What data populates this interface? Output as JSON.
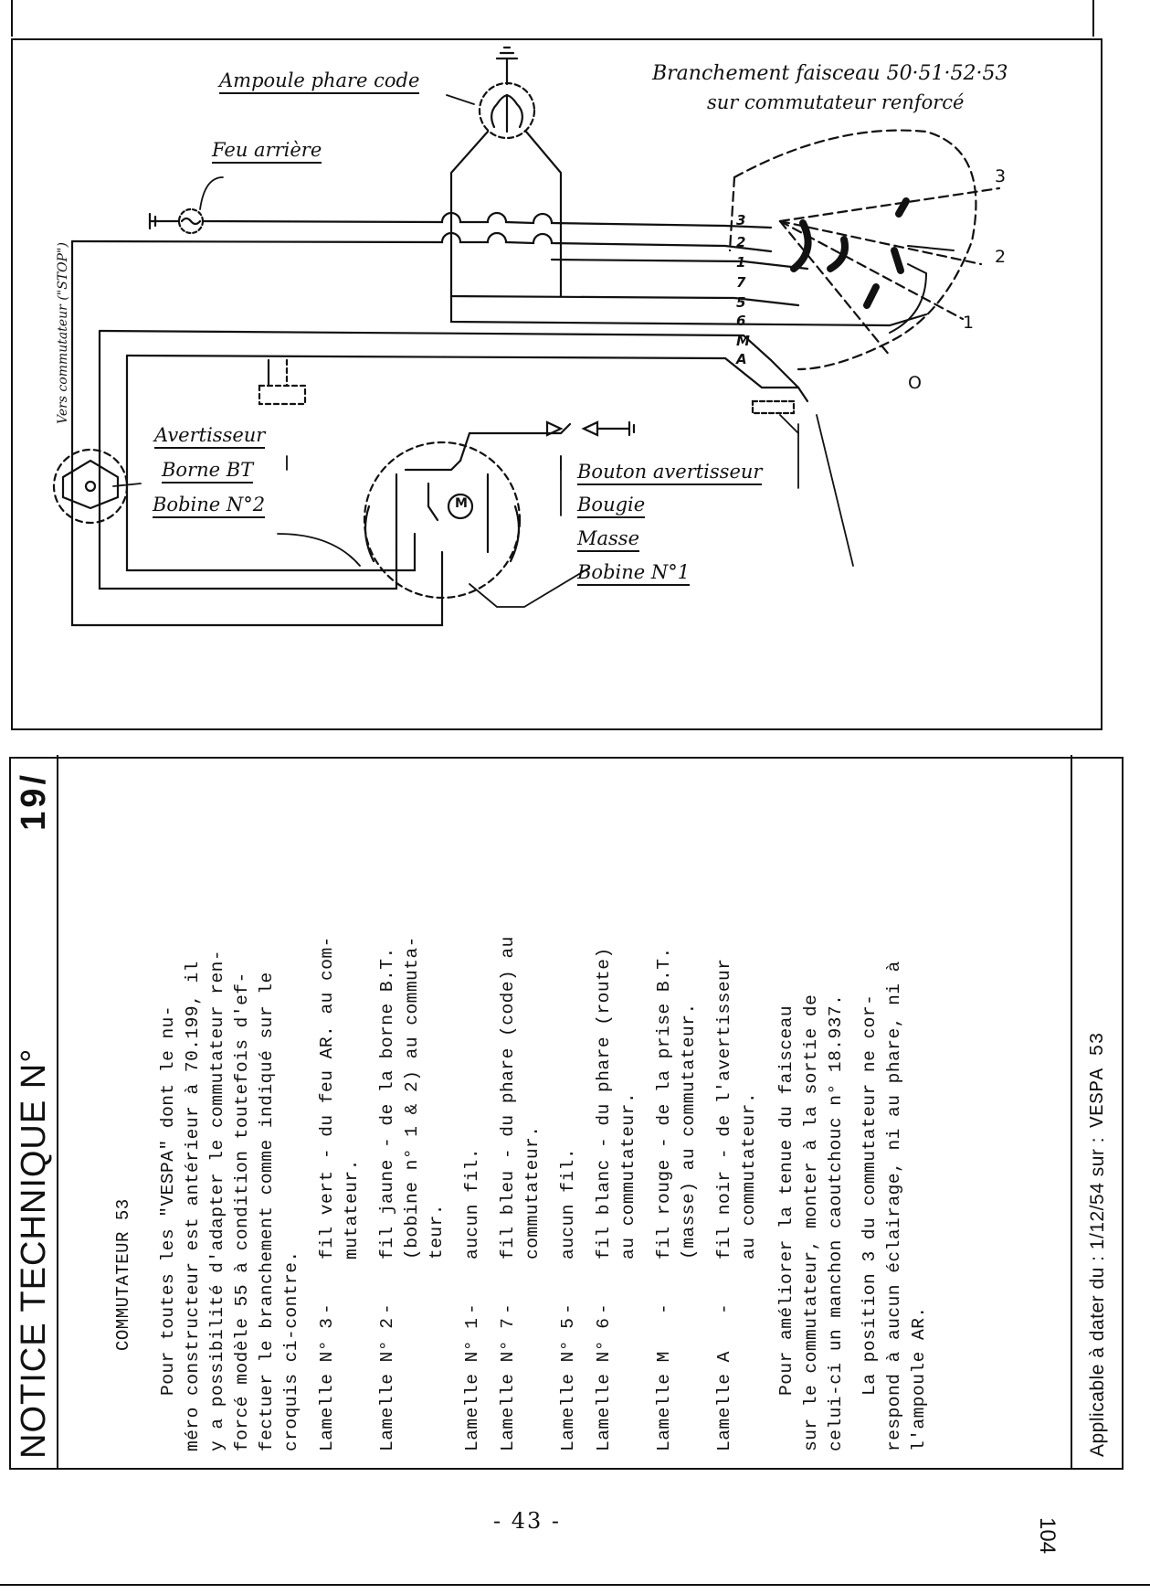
{
  "diagram": {
    "title_line1": "Branchement faisceau 50·51·52·53",
    "title_line2": "sur commutateur renforcé",
    "labels": {
      "ampoule": "Ampoule phare code",
      "feu": "Feu arrière",
      "avertisseur": "Avertisseur",
      "borne": "Borne BT",
      "bobine2": "Bobine N°2",
      "bouton": "Bouton avertisseur",
      "bougie": "Bougie",
      "masse": "Masse",
      "bobine1": "Bobine N°1",
      "vertical_note": "Vers commutateur (\"STOP\")"
    },
    "pins": [
      "3",
      "2",
      "1",
      "7",
      "5",
      "6",
      "M",
      "A"
    ],
    "positions": [
      "3",
      "2",
      "1",
      "O"
    ],
    "motor_symbol": "M"
  },
  "notice": {
    "header": "NOTICE TECHNIQUE N°",
    "number": "19/",
    "section_title": "COMMUTATEUR 53",
    "intro": "     Pour toutes les \"VESPA\" dont le nu-\nméro constructeur est antérieur à 70.199, il\ny a possibilité d'adapter le commutateur ren-\nforcé modèle 55 à condition toutefois d'ef-\nfectuer le branchement comme indiqué sur le\ncroquis ci-contre.",
    "lamelles": [
      {
        "label": "Lamelle N° 3",
        "text": "fil vert - du feu AR. au com-\nmutateur."
      },
      {
        "label": "Lamelle N° 2",
        "text": "fil jaune - de la borne B.T.\n(bobine n° 1 & 2) au commuta-\nteur."
      },
      {
        "label": "Lamelle N° 1",
        "text": "aucun fil."
      },
      {
        "label": "Lamelle N° 7",
        "text": "fil bleu - du phare (code) au\ncommutateur."
      },
      {
        "label": "Lamelle N° 5",
        "text": "aucun fil."
      },
      {
        "label": "Lamelle N° 6",
        "text": "fil blanc - du phare (route)\nau commutateur."
      },
      {
        "label": "Lamelle    M",
        "text": "fil rouge - de la prise B.T.\n(masse) au commutateur."
      },
      {
        "label": "Lamelle    A",
        "text": "fil noir - de l'avertisseur\nau commutateur."
      }
    ],
    "para2": "     Pour améliorer la tenue du faisceau\nsur le commutateur, monter à la sortie de\ncelui-ci un manchon caoutchouc n° 18.937.",
    "para3": "     La position 3 du commutateur ne cor-\nrespond à aucun éclairage, ni au phare, ni à\nl'ampoule AR.",
    "footer_label": "Applicable à dater du : 1/12/54 sur :",
    "footer_model": "VESPA 53"
  },
  "page_number": "- 43 -",
  "side_number": "104"
}
